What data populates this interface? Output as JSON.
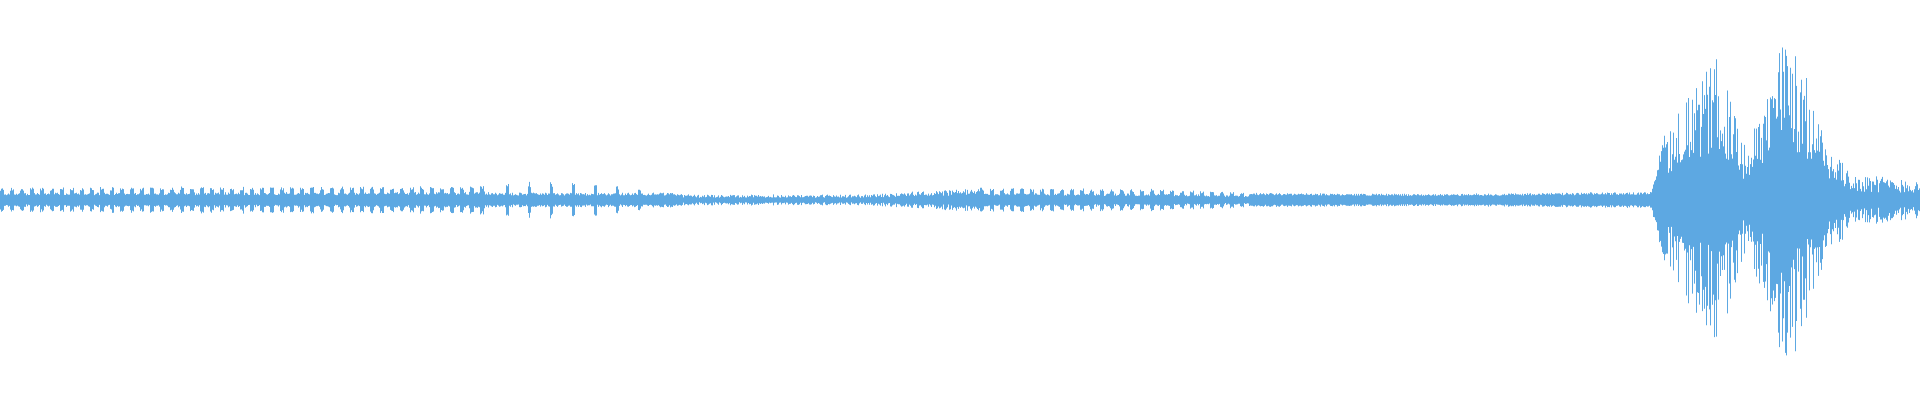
{
  "waveform": {
    "color": "#5DA8E2",
    "background": "#FFFFFF",
    "amplitude_profile": [
      {
        "t": 0.0,
        "a": 0.055,
        "pattern": "dense-pulses"
      },
      {
        "t": 0.1,
        "a": 0.06,
        "pattern": "dense-pulses"
      },
      {
        "t": 0.2,
        "a": 0.06,
        "pattern": "dense-pulses"
      },
      {
        "t": 0.255,
        "a": 0.065,
        "pattern": "sparse-spikes"
      },
      {
        "t": 0.3,
        "a": 0.065,
        "pattern": "sparse-spikes"
      },
      {
        "t": 0.355,
        "a": 0.025,
        "pattern": "low-noise"
      },
      {
        "t": 0.45,
        "a": 0.025,
        "pattern": "low-noise"
      },
      {
        "t": 0.51,
        "a": 0.055,
        "pattern": "dense-pulses"
      },
      {
        "t": 0.6,
        "a": 0.05,
        "pattern": "dense-pulses"
      },
      {
        "t": 0.65,
        "a": 0.035,
        "pattern": "continuous"
      },
      {
        "t": 0.75,
        "a": 0.03,
        "pattern": "continuous"
      },
      {
        "t": 0.86,
        "a": 0.04,
        "pattern": "continuous"
      },
      {
        "t": 0.868,
        "a": 0.4,
        "pattern": "burst"
      },
      {
        "t": 0.895,
        "a": 0.75,
        "pattern": "burst"
      },
      {
        "t": 0.91,
        "a": 0.25,
        "pattern": "burst"
      },
      {
        "t": 0.93,
        "a": 0.92,
        "pattern": "burst"
      },
      {
        "t": 0.95,
        "a": 0.35,
        "pattern": "burst"
      },
      {
        "t": 0.965,
        "a": 0.12,
        "pattern": "tail"
      },
      {
        "t": 1.0,
        "a": 0.09,
        "pattern": "tail"
      }
    ]
  }
}
